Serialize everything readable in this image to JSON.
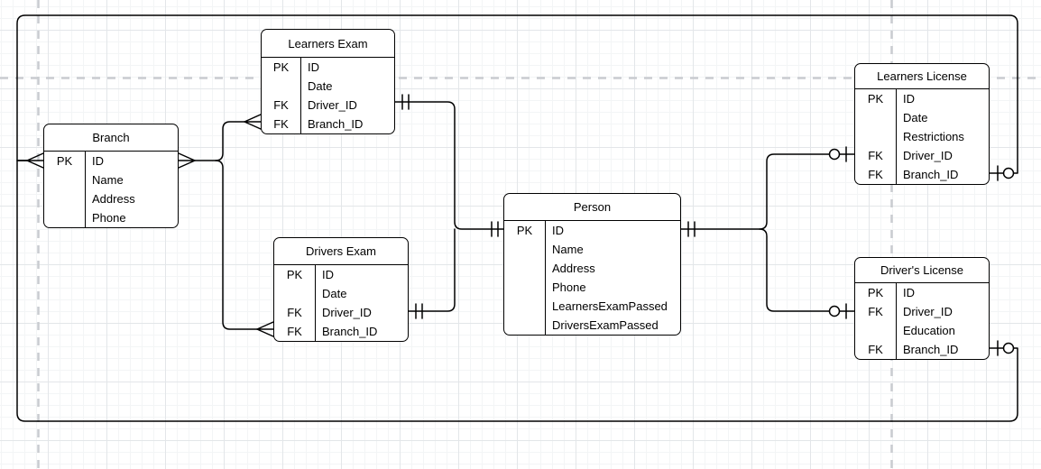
{
  "diagram": {
    "type": "entity-relationship-diagram",
    "entities": [
      {
        "id": "branch",
        "title": "Branch",
        "rows": [
          {
            "key": "PK",
            "field": "ID"
          },
          {
            "key": "",
            "field": "Name"
          },
          {
            "key": "",
            "field": "Address"
          },
          {
            "key": "",
            "field": "Phone"
          }
        ]
      },
      {
        "id": "learners_exam",
        "title": "Learners Exam",
        "rows": [
          {
            "key": "PK",
            "field": "ID"
          },
          {
            "key": "",
            "field": "Date"
          },
          {
            "key": "FK",
            "field": "Driver_ID"
          },
          {
            "key": "FK",
            "field": "Branch_ID"
          }
        ]
      },
      {
        "id": "drivers_exam",
        "title": "Drivers Exam",
        "rows": [
          {
            "key": "PK",
            "field": "ID"
          },
          {
            "key": "",
            "field": "Date"
          },
          {
            "key": "FK",
            "field": "Driver_ID"
          },
          {
            "key": "FK",
            "field": "Branch_ID"
          }
        ]
      },
      {
        "id": "person",
        "title": "Person",
        "rows": [
          {
            "key": "PK",
            "field": "ID"
          },
          {
            "key": "",
            "field": "Name"
          },
          {
            "key": "",
            "field": "Address"
          },
          {
            "key": "",
            "field": "Phone"
          },
          {
            "key": "",
            "field": "LearnersExamPassed"
          },
          {
            "key": "",
            "field": "DriversExamPassed"
          }
        ]
      },
      {
        "id": "learners_license",
        "title": "Learners License",
        "rows": [
          {
            "key": "PK",
            "field": "ID"
          },
          {
            "key": "",
            "field": "Date"
          },
          {
            "key": "",
            "field": "Restrictions"
          },
          {
            "key": "FK",
            "field": "Driver_ID"
          },
          {
            "key": "FK",
            "field": "Branch_ID"
          }
        ]
      },
      {
        "id": "drivers_license",
        "title": "Driver's License",
        "rows": [
          {
            "key": "PK",
            "field": "ID"
          },
          {
            "key": "FK",
            "field": "Driver_ID"
          },
          {
            "key": "",
            "field": "Education"
          },
          {
            "key": "FK",
            "field": "Branch_ID"
          }
        ]
      }
    ],
    "relationships": [
      {
        "from": "Branch",
        "from_cardinality": "many",
        "to": "Learners Exam",
        "to_cardinality": "many"
      },
      {
        "from": "Branch",
        "from_cardinality": "many",
        "to": "Drivers Exam",
        "to_cardinality": "many"
      },
      {
        "from": "Learners Exam",
        "from_cardinality": "one",
        "to": "Person",
        "to_cardinality": "one"
      },
      {
        "from": "Drivers Exam",
        "from_cardinality": "one",
        "to": "Person",
        "to_cardinality": "one"
      },
      {
        "from": "Person",
        "from_cardinality": "one",
        "to": "Learners License",
        "to_cardinality": "zero-or-one"
      },
      {
        "from": "Person",
        "from_cardinality": "one",
        "to": "Driver's License",
        "to_cardinality": "zero-or-one"
      },
      {
        "from": "Learners License",
        "from_cardinality": "zero-or-one",
        "to": "Branch",
        "to_cardinality": "many"
      },
      {
        "from": "Driver's License",
        "from_cardinality": "zero-or-one",
        "to": "Branch",
        "to_cardinality": "many"
      }
    ],
    "colors": {
      "stroke": "#000000",
      "entity_fill": "#ffffff",
      "grid_minor": "#f3f5f6",
      "grid_major": "#e3e6e9",
      "page_guide": "#c9ccd0"
    }
  }
}
